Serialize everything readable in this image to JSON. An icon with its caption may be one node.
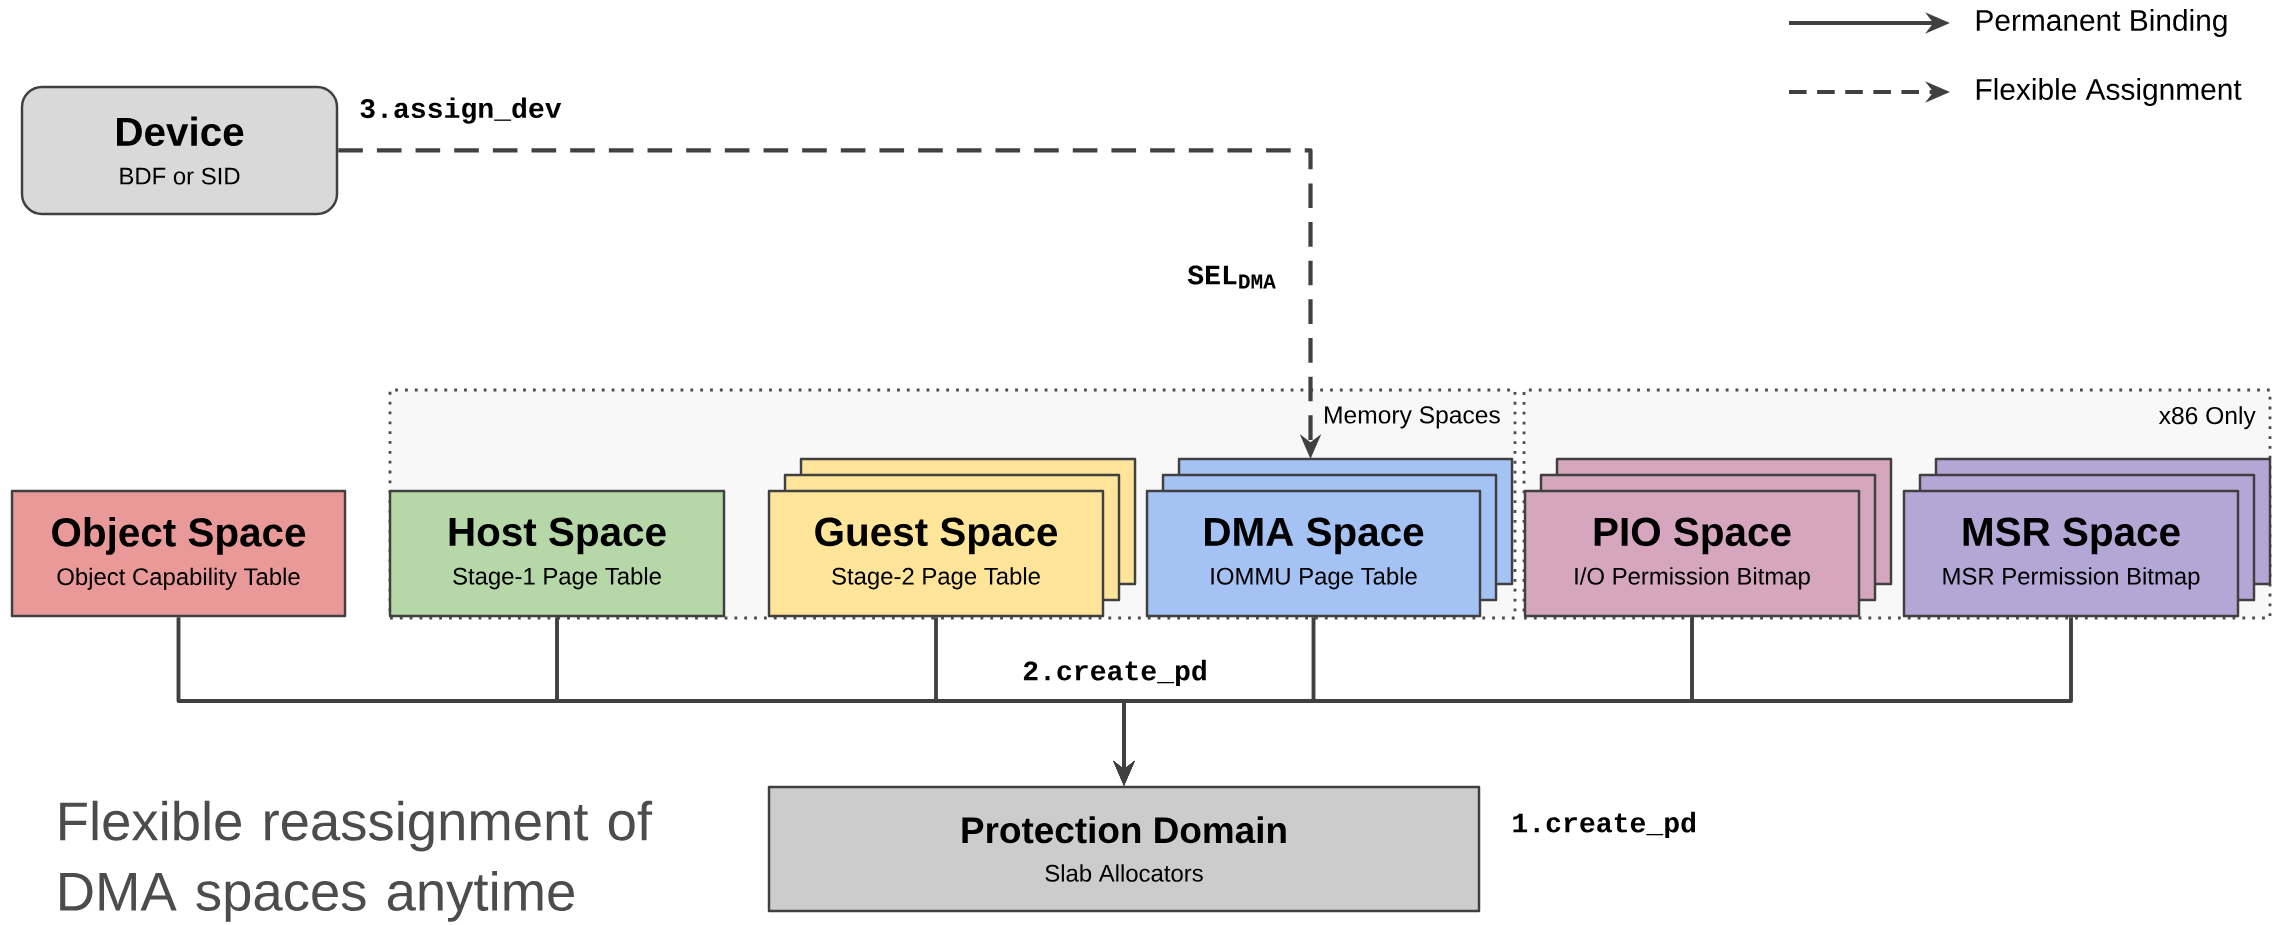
{
  "diagram": {
    "nodes": [
      {
        "text": [
          "Device",
          "BDF or SID"
        ]
      },
      {
        "text": [
          "Memory Spaces"
        ]
      },
      {
        "text": [
          "x86 Only"
        ]
      },
      {
        "text": [
          "Object Space",
          "Object Capability Table"
        ]
      },
      {
        "text": [
          "Host Space",
          "Stage-1 Page Table"
        ],
        "in": 1
      },
      {
        "text": [
          "Guest Space",
          "Stage-2 Page Table"
        ],
        "in": 1
      },
      {
        "text": [
          "DMA Space",
          "IOMMU Page Table"
        ],
        "in": 1
      },
      {
        "text": [
          "PIO Space",
          "I/O Permission Bitmap"
        ],
        "in": 2
      },
      {
        "text": [
          "MSR Space",
          "MSR Permission Bitmap"
        ],
        "in": 2
      },
      {
        "text": [
          "Protection Domain",
          "Slab Allocators"
        ],
        "beside": [
          "1.create_pd"
        ]
      }
    ],
    "edges": [
      {
        "from": 0,
        "to": 6,
        "arrow": "to",
        "style": "dashed",
        "label": "3.assign_dev"
      },
      {
        "from": 3,
        "to": 9,
        "arrow": "to"
      },
      {
        "from": 4,
        "to": 9,
        "arrow": "to"
      },
      {
        "from": 5,
        "to": 9,
        "arrow": "to"
      },
      {
        "from": 6,
        "to": 9,
        "arrow": "to"
      },
      {
        "from": 7,
        "to": 9,
        "arrow": "to"
      },
      {
        "from": 8,
        "to": 9,
        "arrow": "to"
      }
    ],
    "labels": [
      "SEL$_{DMA}$",
      "2.create_pd",
      "Flexible reassignment of DMA spaces anytime"
    ],
    "legend": [
      {
        "text": "Permanent Binding"
      },
      {
        "text": "Flexible Assignment"
      }
    ]
  }
}
